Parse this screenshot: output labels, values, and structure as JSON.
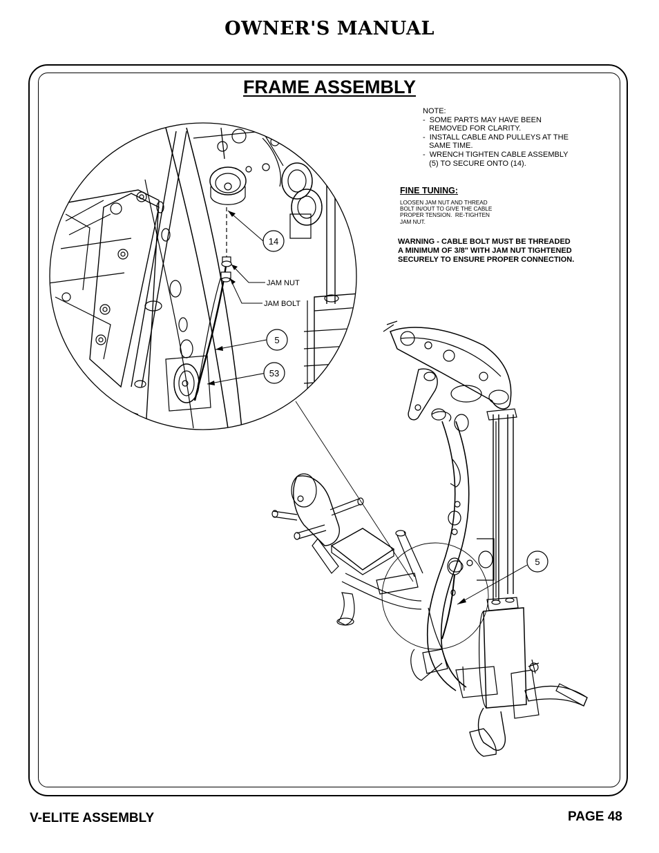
{
  "header": {
    "title": "OWNER'S MANUAL"
  },
  "section": {
    "title": "FRAME ASSEMBLY"
  },
  "note": {
    "lines": [
      "NOTE:",
      "-  SOME PARTS MAY HAVE BEEN",
      "   REMOVED FOR CLARITY.",
      "-  INSTALL CABLE AND PULLEYS AT THE",
      "   SAME TIME.",
      "-  WRENCH TIGHTEN CABLE ASSEMBLY",
      "   (5) TO SECURE ONTO (14)."
    ]
  },
  "fine_tuning": {
    "title": "FINE TUNING:",
    "lines": [
      "LOOSEN JAM NUT AND THREAD",
      "BOLT IN/OUT TO GIVE THE CABLE",
      "PROPER TENSION.  RE-TIGHTEN",
      "JAM NUT."
    ]
  },
  "warning": {
    "lines": [
      "WARNING - CABLE BOLT MUST BE THREADED",
      "A MINIMUM OF 3/8\" WITH JAM NUT TIGHTENED",
      "SECURELY TO ENSURE PROPER CONNECTION."
    ]
  },
  "callouts": {
    "part_14": "14",
    "part_5_detail": "5",
    "part_53": "53",
    "part_5_main": "5",
    "jam_nut": "JAM NUT",
    "jam_bolt": "JAM BOLT"
  },
  "footer": {
    "left": "V-ELITE ASSEMBLY",
    "right": "PAGE 48"
  }
}
